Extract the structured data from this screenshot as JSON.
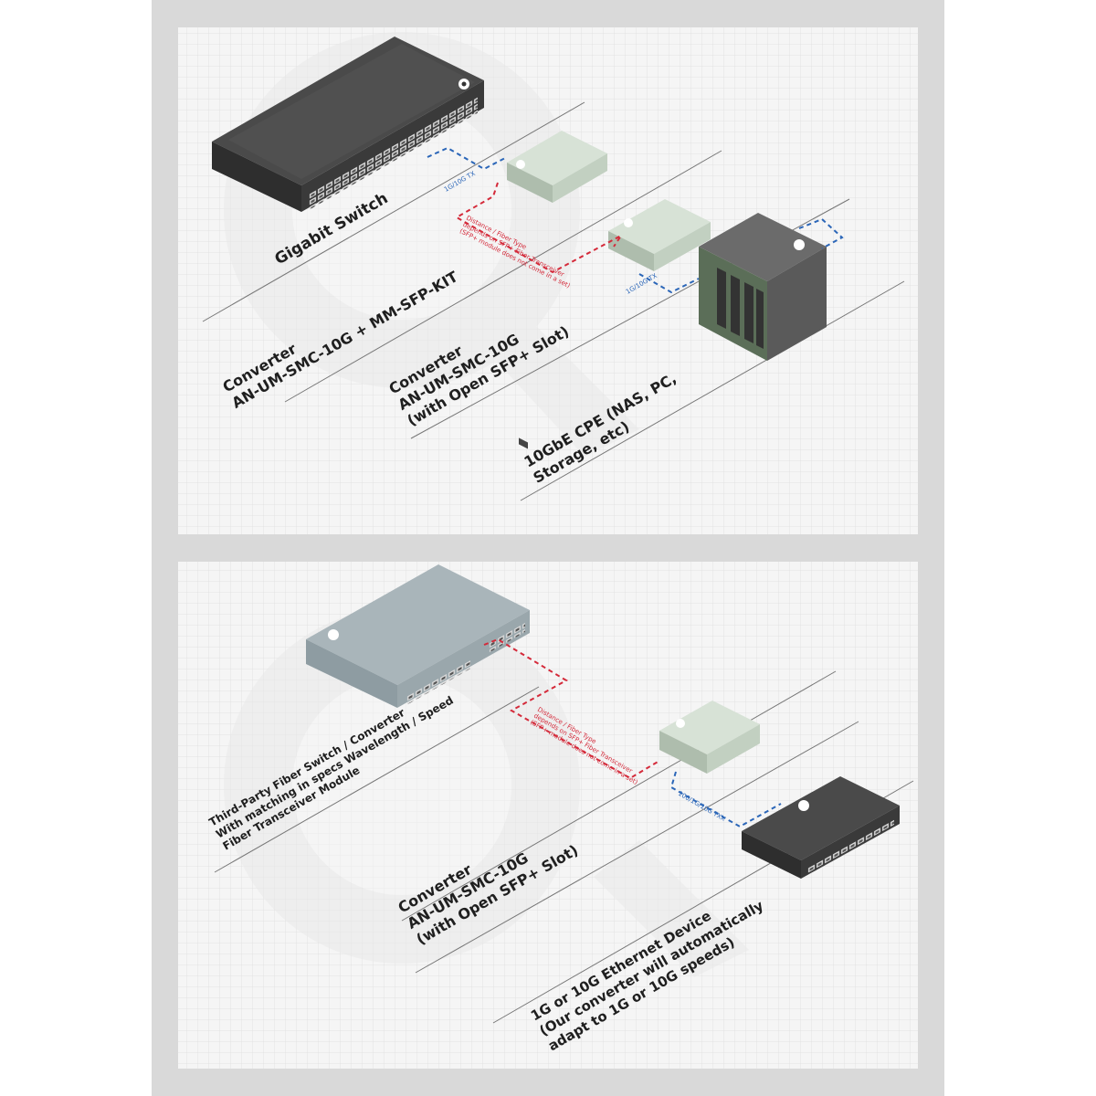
{
  "colors": {
    "outer_bg": "#d9d9d9",
    "panel_bg": "#f4f4f4",
    "grid": "#dcdcdc",
    "fiber_link": "#d42a3a",
    "copper_link": "#2b66b8",
    "converter_body": "#c9d7c9",
    "switch_dark": "#3a3a3a",
    "third_party_switch": "#9aa7ac"
  },
  "top_panel": {
    "switch_label": "Gigabit Switch",
    "converter1_label_line1": "Converter",
    "converter1_label_line2": "AN-UM-SMC-10G + MM-SFP-KIT",
    "converter2_label_line1": "Converter",
    "converter2_label_line2": "AN-UM-SMC-10G",
    "converter2_label_line3": "(with Open SFP+ Slot)",
    "cpe_label_line1": "10GbE CPE (NAS, PC,",
    "cpe_label_line2": "Storage, etc)",
    "link1_tag": "1G/10G TX",
    "link2_tag": "1G/10G TX",
    "fiber_note_line1": "Distance / Fiber Type",
    "fiber_note_line2": "depends on SFP+ Fiber Transceiver",
    "fiber_note_line3": "(SFP+ module does not come in a set)"
  },
  "bottom_panel": {
    "fiber_switch_line1": "Third-Party Fiber Switch / Converter",
    "fiber_switch_line2": "With matching in specs Wavelength / Speed",
    "fiber_switch_line3": "Fiber Transceiver Module",
    "converter_label_line1": "Converter",
    "converter_label_line2": "AN-UM-SMC-10G",
    "converter_label_line3": "(with Open SFP+ Slot)",
    "device_label_line1": "1G or 10G Ethernet Device",
    "device_label_line2": "(Our converter will automatically",
    "device_label_line3": "adapt to 1G or 10G speeds)",
    "link_tag": "100/1G/10G TXX",
    "fiber_note_line1": "Distance / Fiber Type",
    "fiber_note_line2": "depends on SFP+ Fiber Transceiver",
    "fiber_note_line3": "(SFP+ module does not come in a set)"
  }
}
